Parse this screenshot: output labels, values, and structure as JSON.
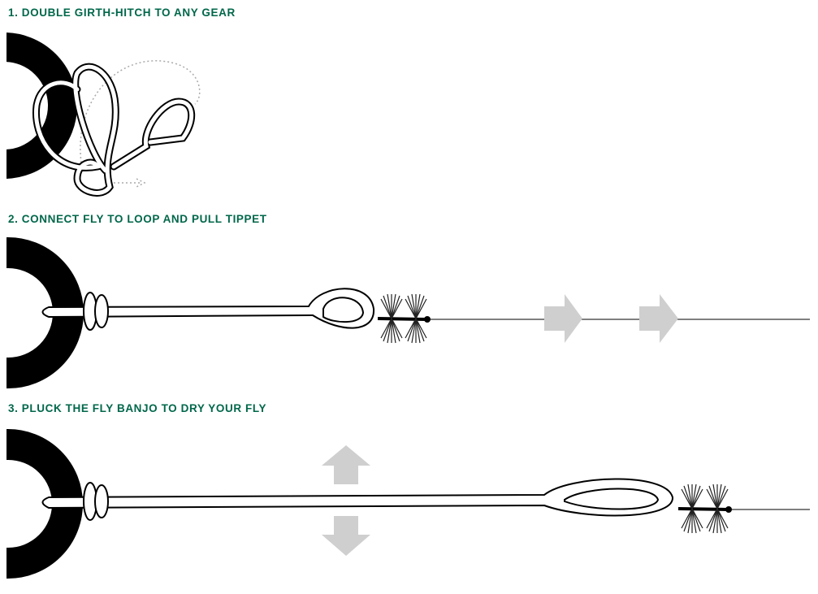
{
  "steps": [
    {
      "title": "1. DOUBLE GIRTH-HITCH TO ANY GEAR"
    },
    {
      "title": "2. CONNECT FLY TO LOOP AND PULL TIPPET"
    },
    {
      "title": "3. PLUCK THE FLY BANJO TO DRY YOUR FLY"
    }
  ],
  "colors": {
    "heading": "#00674a",
    "arrow": "#cfcfcf",
    "ring": "#000000"
  }
}
